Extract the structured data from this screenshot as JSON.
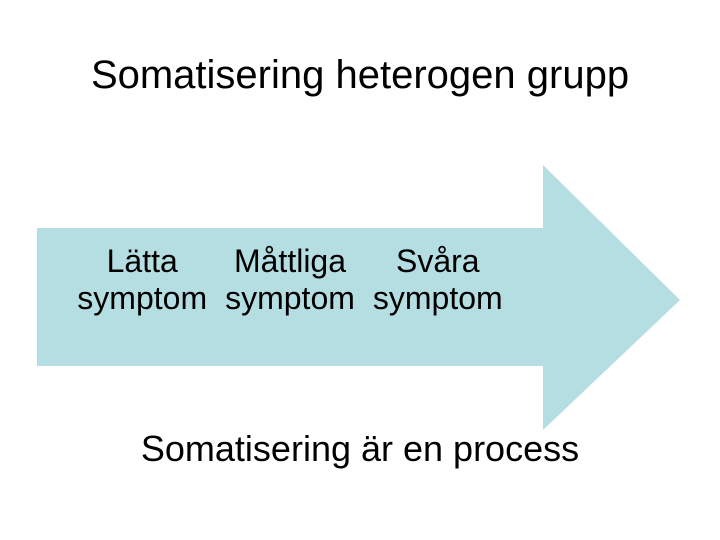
{
  "slide": {
    "title": "Somatisering heterogen grupp",
    "caption": "Somatisering är en process",
    "background_color": "#ffffff",
    "text_color": "#000000"
  },
  "arrow": {
    "name": "right-arrow",
    "fill_color": "#b5dee2",
    "direction": "right",
    "stages": [
      {
        "line1": "Lätta",
        "line2": "symptom"
      },
      {
        "line1": "Måttliga",
        "line2": "symptom"
      },
      {
        "line1": "Svåra",
        "line2": "symptom"
      }
    ]
  }
}
